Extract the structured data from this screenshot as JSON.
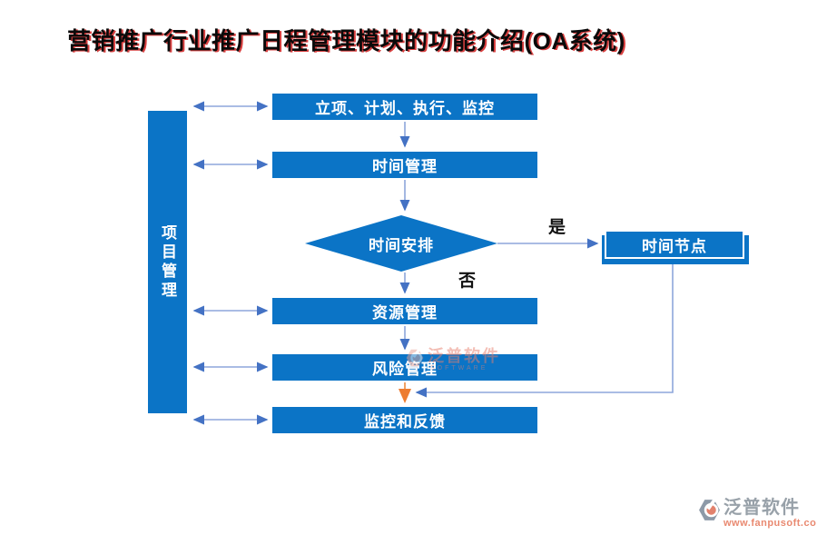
{
  "title": "营销推广行业推广日程管理模块的功能介绍(OA系统)",
  "sidebar": {
    "label": "项目管理"
  },
  "flow": {
    "boxes": [
      {
        "label": "立项、计划、执行、监控"
      },
      {
        "label": "时间管理"
      },
      {
        "label": "资源管理"
      },
      {
        "label": "风险管理"
      },
      {
        "label": "监控和反馈"
      }
    ],
    "decision": {
      "label": "时间安排"
    },
    "branch_yes": "是",
    "branch_no": "否",
    "side_box": {
      "label": "时间节点"
    }
  },
  "watermark": {
    "name": "泛普软件",
    "subtext": "SOFTWARE",
    "icon": "fanpu-logo-icon"
  },
  "footer": {
    "brand": "泛普软件",
    "url": "www.fanpusoft.com",
    "icon": "fanpu-logo-icon"
  },
  "colors": {
    "node_blue": "#0b74c6",
    "connector_line_blue": "#8ea6db",
    "connector_head_blue": "#4472c4",
    "connector_orange": "#ed7d31",
    "title_text": "#0a0a0a",
    "title_shadow_red": "#d21e1e",
    "watermark_salmon": "#e87f6d",
    "brand_gray": "#98a1a9",
    "url_salmon": "#e98970"
  }
}
